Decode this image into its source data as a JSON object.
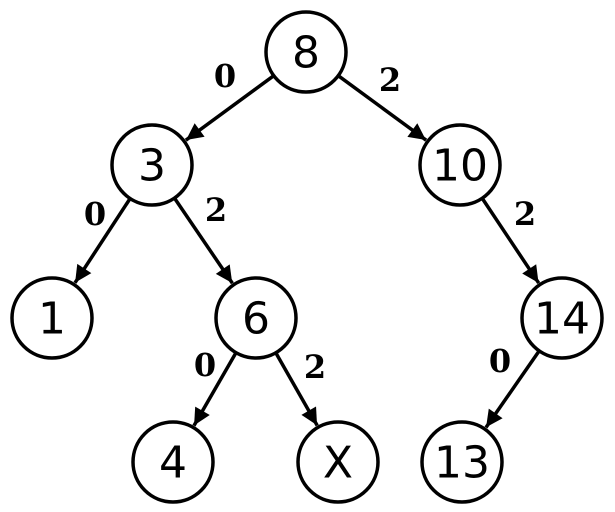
{
  "nodes": [
    {
      "id": "n8",
      "label": "8"
    },
    {
      "id": "n3",
      "label": "3"
    },
    {
      "id": "n10",
      "label": "10"
    },
    {
      "id": "n1",
      "label": "1"
    },
    {
      "id": "n6",
      "label": "6"
    },
    {
      "id": "n14",
      "label": "14"
    },
    {
      "id": "n4",
      "label": "4"
    },
    {
      "id": "nX",
      "label": "X"
    },
    {
      "id": "n13",
      "label": "13"
    }
  ],
  "edges": [
    {
      "from": "n8",
      "to": "n3",
      "label": "0"
    },
    {
      "from": "n8",
      "to": "n10",
      "label": "2"
    },
    {
      "from": "n3",
      "to": "n1",
      "label": "0"
    },
    {
      "from": "n3",
      "to": "n6",
      "label": "2"
    },
    {
      "from": "n10",
      "to": "n14",
      "label": "2"
    },
    {
      "from": "n6",
      "to": "n4",
      "label": "0"
    },
    {
      "from": "n6",
      "to": "nX",
      "label": "2"
    },
    {
      "from": "n14",
      "to": "n13",
      "label": "0"
    }
  ]
}
